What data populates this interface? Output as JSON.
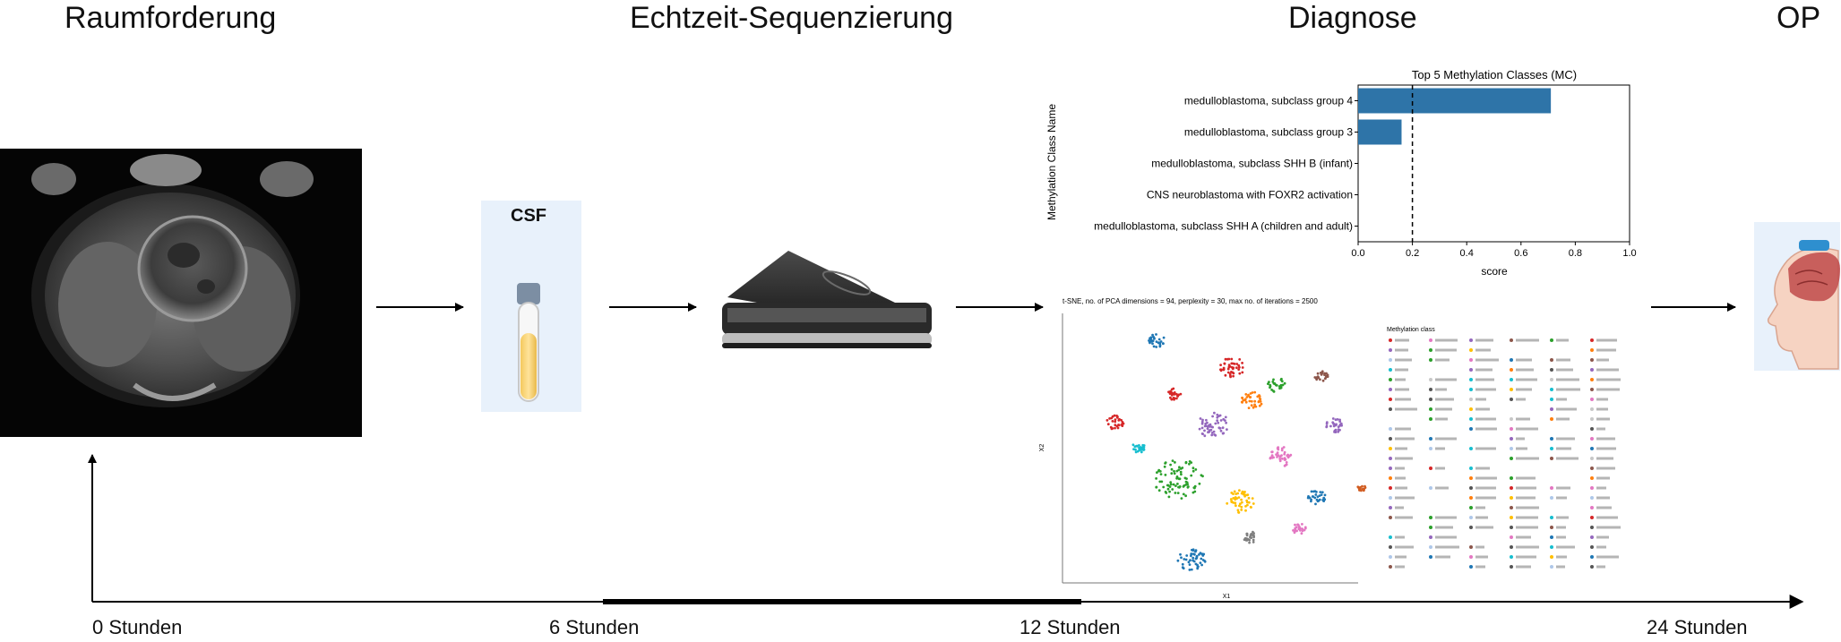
{
  "stages": {
    "s1": "Raumforderung",
    "s2": "Echtzeit-Sequenzierung",
    "s3": "Diagnose",
    "s4": "OP"
  },
  "timeline": {
    "t0": "0 Stunden",
    "t6": "6 Stunden",
    "t12": "12 Stunden",
    "t24": "24 Stunden"
  },
  "csf_tube": {
    "label": "CSF"
  },
  "chart_data": {
    "type": "bar",
    "title": "Top 5 Methylation Classes (MC)",
    "ylabel": "Methylation Class Name",
    "xlabel": "score",
    "xlim": [
      0,
      1.0
    ],
    "xticks": [
      "0.0",
      "0.2",
      "0.4",
      "0.6",
      "0.8",
      "1.0"
    ],
    "threshold": 0.2,
    "bar_color": "#2e74a8",
    "categories": [
      "medulloblastoma, subclass group 4",
      "medulloblastoma, subclass group 3",
      "medulloblastoma, subclass SHH B (infant)",
      "CNS neuroblastoma with FOXR2 activation",
      "medulloblastoma, subclass SHH A (children and adult)"
    ],
    "values": [
      0.71,
      0.16,
      0.0,
      0.0,
      0.0
    ]
  },
  "tsne": {
    "title": "t-SNE, no. of PCA dimensions = 94, perplexity = 30, max no. of iterations = 2500",
    "legend_title": "Methylation class",
    "xlabel": "X1",
    "ylabel": "X2"
  }
}
